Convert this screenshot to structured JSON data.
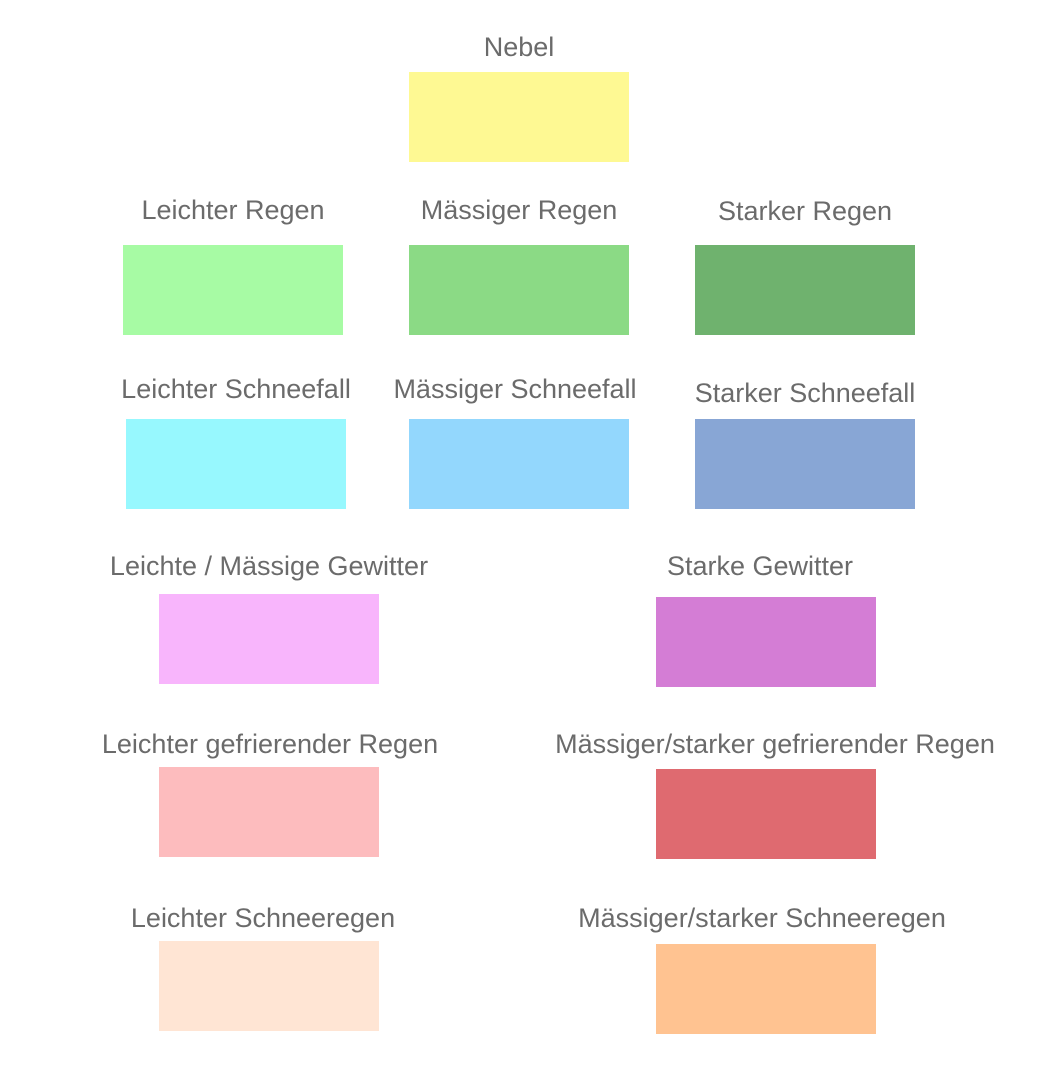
{
  "legend": {
    "nebel": {
      "label": "Nebel",
      "color": "#FEF993"
    },
    "leichter_regen": {
      "label": "Leichter Regen",
      "color": "#A7FBA4"
    },
    "maessiger_regen": {
      "label": "Mässiger Regen",
      "color": "#8BDA85"
    },
    "starker_regen": {
      "label": "Starker Regen",
      "color": "#6FB26E"
    },
    "leichter_schneefall": {
      "label": "Leichter Schneefall",
      "color": "#97F8FE"
    },
    "maessiger_schneefall": {
      "label": "Mässiger Schneefall",
      "color": "#93D7FD"
    },
    "starker_schneefall": {
      "label": "Starker Schneefall",
      "color": "#88A6D5"
    },
    "leichte_maessige_gewitter": {
      "label": "Leichte / Mässige Gewitter",
      "color": "#F8B5FC"
    },
    "starke_gewitter": {
      "label": "Starke Gewitter",
      "color": "#D47DD5"
    },
    "leichter_gefrierender_regen": {
      "label": "Leichter gefrierender Regen",
      "color": "#FDBCBE"
    },
    "maessiger_starker_gefrierender_regen": {
      "label": "Mässiger/starker gefrierender Regen",
      "color": "#DF6A70"
    },
    "leichter_schneeregen": {
      "label": "Leichter Schneeregen",
      "color": "#FFE5D4"
    },
    "maessiger_starker_schneeregen": {
      "label": "Mässiger/starker Schneeregen",
      "color": "#FFC391"
    }
  }
}
